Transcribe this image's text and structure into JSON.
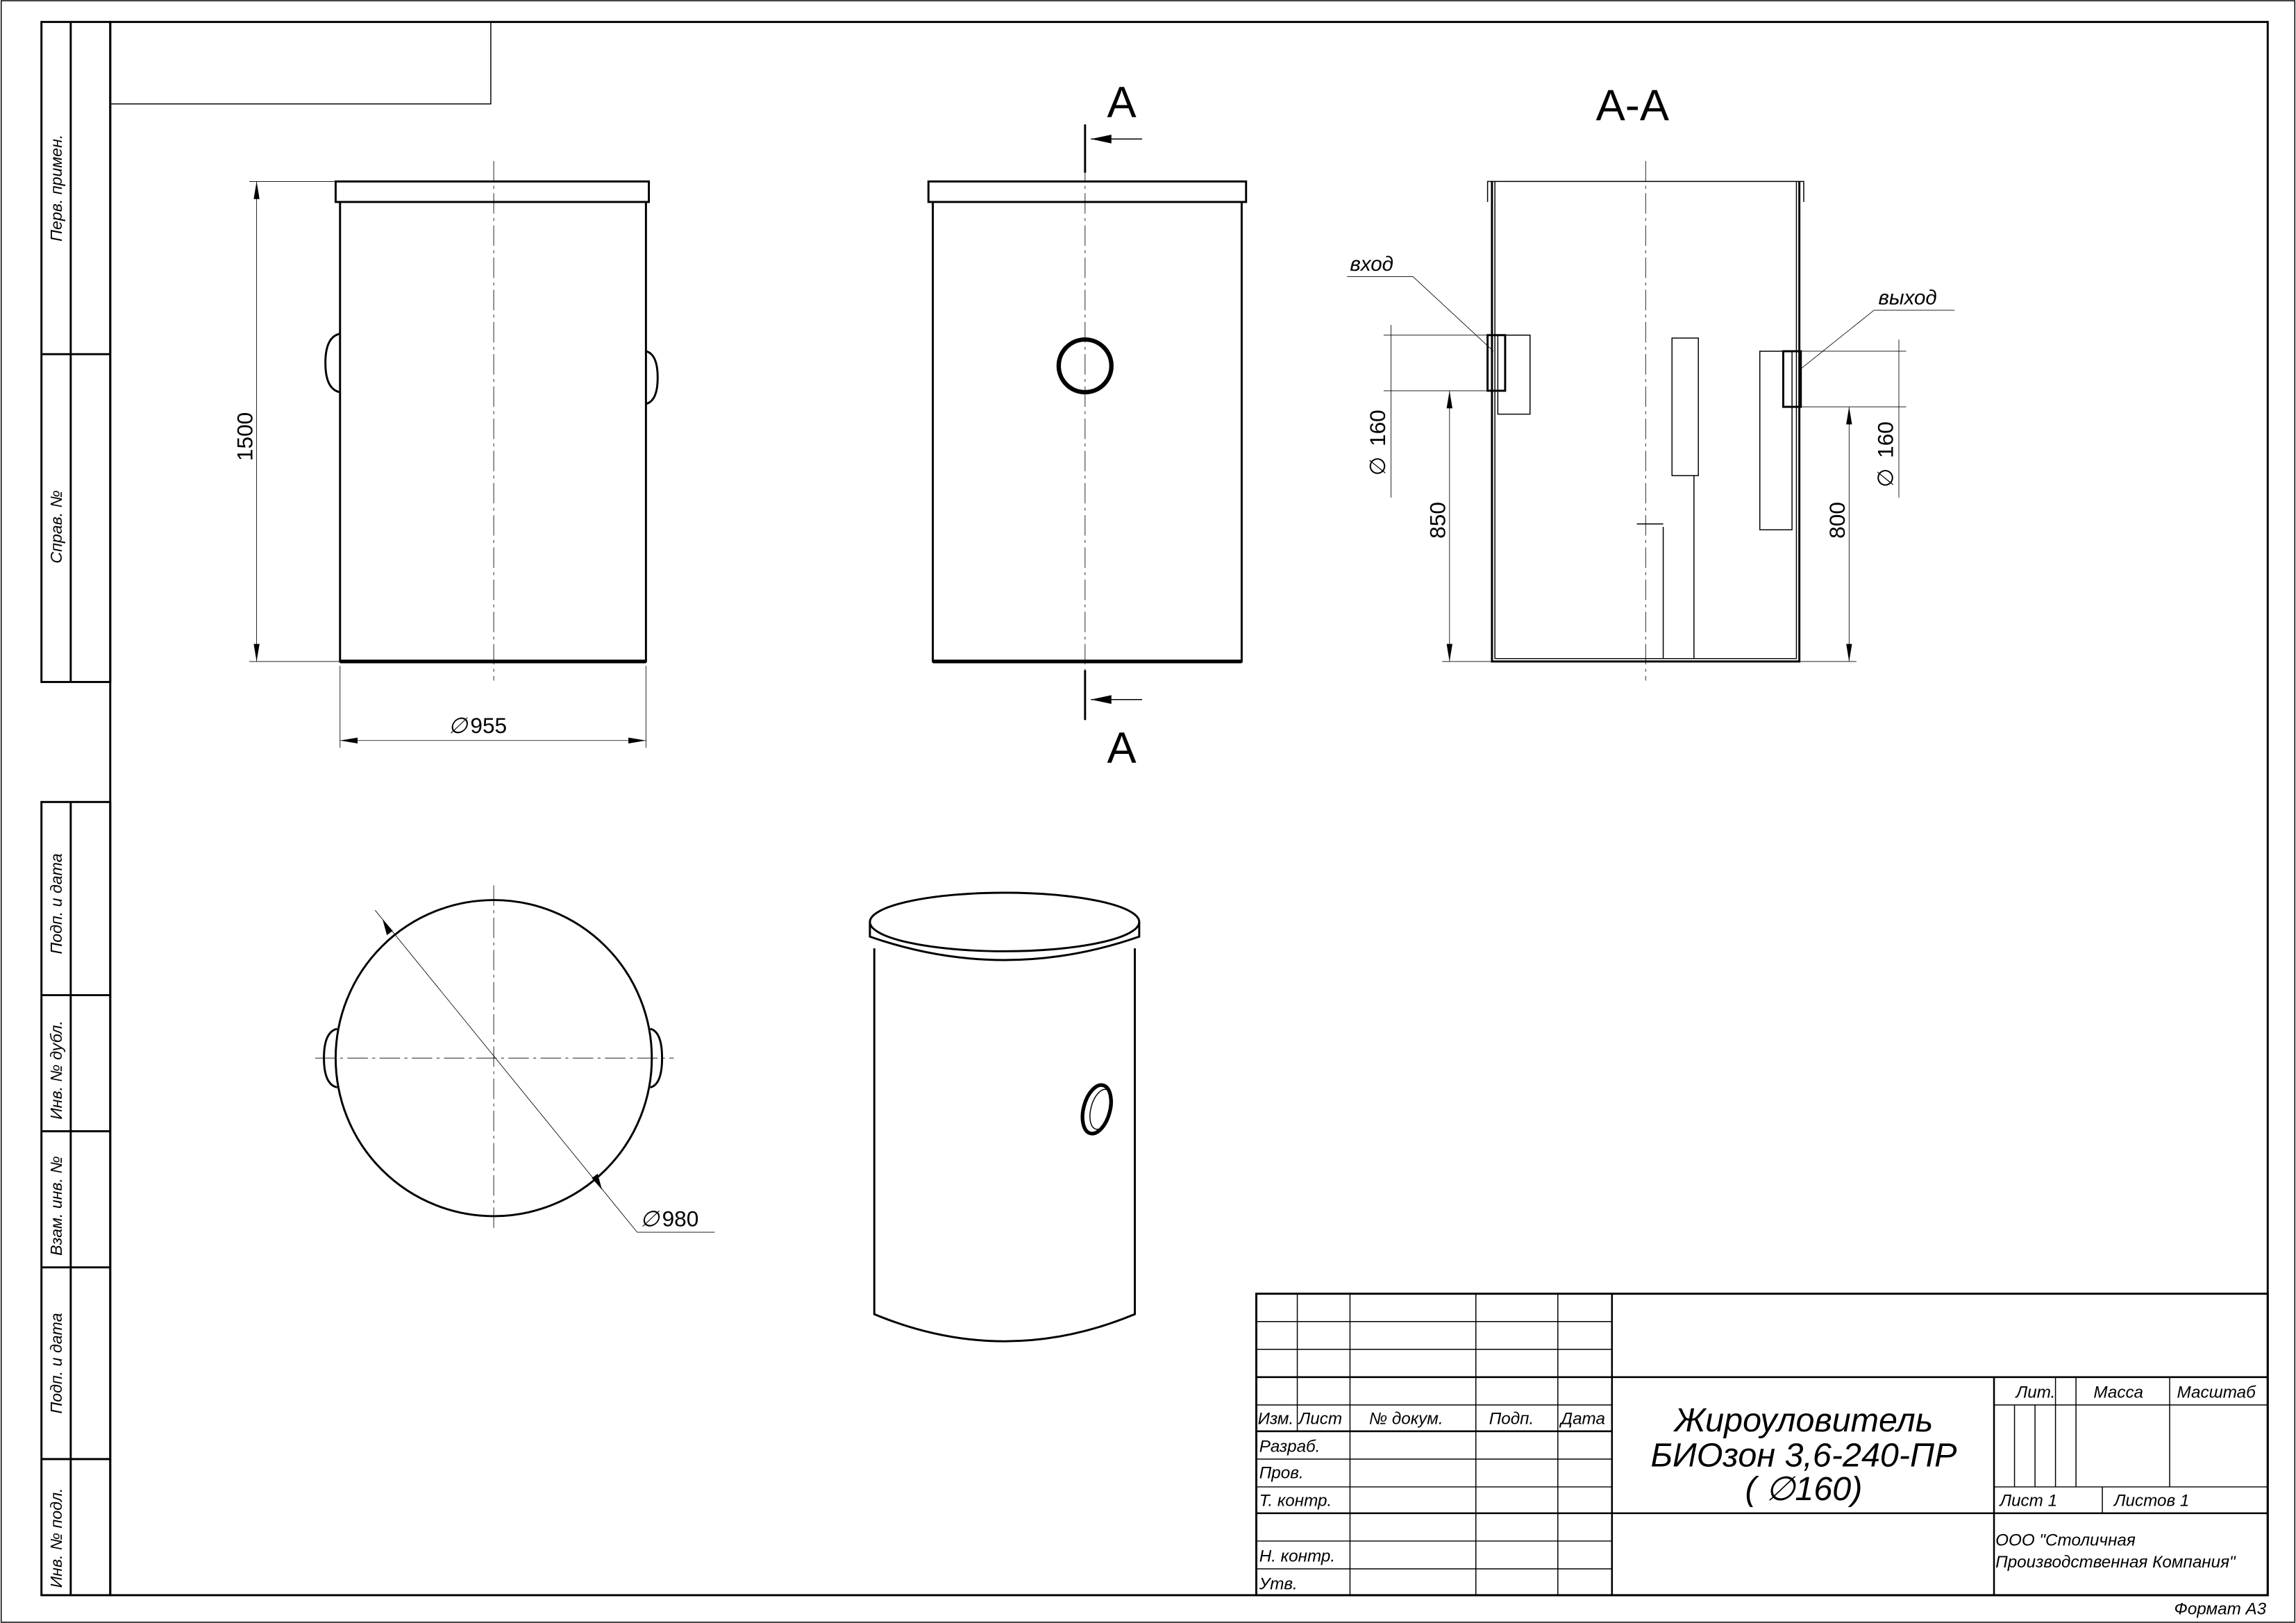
{
  "side_stamps": [
    "Перв. примен.",
    "Справ. №",
    "Подп. и дата",
    "Инв. № дубл.",
    "Взам. инв. №",
    "Подп. и дата",
    "Инв. № подл."
  ],
  "views": {
    "section_marker": "А",
    "section_title": "А-А",
    "dim_height": "1500",
    "dim_diameter": "955",
    "dim_top_diameter": "980",
    "dim_inlet_height": "850",
    "dim_outlet_height": "800",
    "dim_pipe_in": "160",
    "dim_pipe_out": "160",
    "inlet_label": "вход",
    "outlet_label": "выход"
  },
  "title_block": {
    "headers": [
      "Изм.",
      "Лист",
      "№ докум.",
      "Подп.",
      "Дата"
    ],
    "roles": [
      "Разраб.",
      "Пров.",
      "Т. контр.",
      "Н. контр.",
      "Утв."
    ],
    "title_line1": "Жироуловитель",
    "title_line2": "БИОзон 3,6-240-ПР",
    "title_line3": "( ∅160)",
    "lit": "Лит.",
    "mass": "Масса",
    "scale": "Масштаб",
    "sheet": "Лист 1",
    "sheets": "Листов 1",
    "org_line1": "ООО \"Столичная",
    "org_line2": "Производственная Компания\"",
    "format": "Формат А3"
  }
}
